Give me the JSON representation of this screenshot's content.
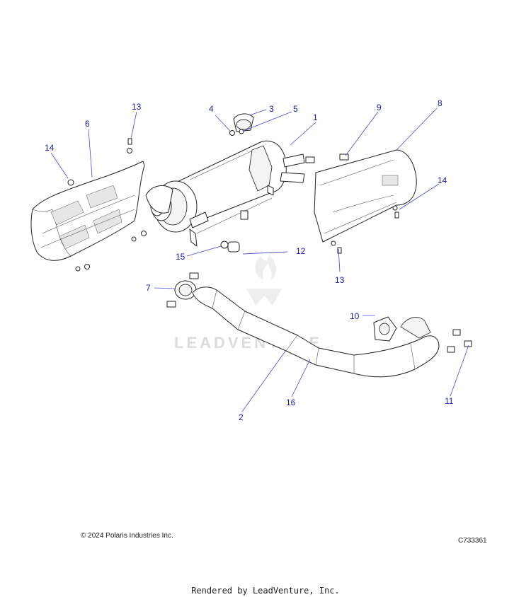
{
  "callouts": [
    "1",
    "2",
    "3",
    "4",
    "5",
    "6",
    "7",
    "8",
    "9",
    "10",
    "11",
    "12",
    "13",
    "13",
    "14",
    "14",
    "15",
    "16"
  ],
  "watermark_text": "LEADVENTURE",
  "copyright": "© 2024 Polaris Industries Inc.",
  "diagram_code": "C733361",
  "render_note": "Rendered by LeadVenture, Inc.",
  "colors": {
    "callout": "#1a1aa6",
    "leader": "#4a4ad0",
    "watermark": "#dcdcdc"
  }
}
